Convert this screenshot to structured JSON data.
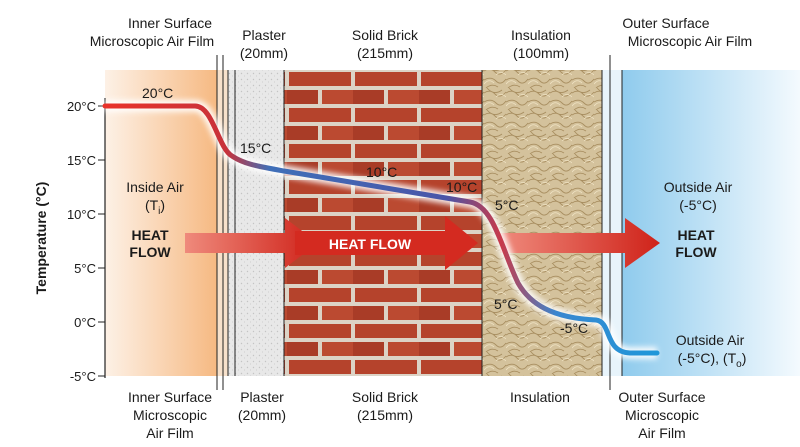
{
  "axis": {
    "ylabel": "Temperature (°C)",
    "ticks": [
      "20°C",
      "15°C",
      "10°C",
      "5°C",
      "0°C",
      "-5°C"
    ]
  },
  "top_labels": {
    "inner_film_1": "Inner Surface",
    "inner_film_2": "Microscopic Air Film",
    "plaster_1": "Plaster",
    "plaster_2": "(20mm)",
    "brick_1": "Solid Brick",
    "brick_2": "(215mm)",
    "insulation_1": "Insulation",
    "insulation_2": "(100mm)",
    "outer_film_1": "Outer Surface",
    "outer_film_2": "Microscopic Air Film"
  },
  "bottom_labels": {
    "inner_film_1": "Inner Surface",
    "inner_film_2": "Microscopic",
    "inner_film_3": "Air Film",
    "plaster_1": "Plaster",
    "plaster_2": "(20mm)",
    "brick_1": "Solid Brick",
    "brick_2": "(215mm)",
    "insulation_1": "Insulation",
    "outer_film_1": "Outer Surface",
    "outer_film_2": "Microscopic",
    "outer_film_3": "Air Film"
  },
  "inside": {
    "label": "Inside Air",
    "symbol": "(T",
    "subscript": "i",
    "close": ")",
    "heat_1": "HEAT",
    "heat_2": "FLOW"
  },
  "outside": {
    "label_1": "Outside Air",
    "label_2": "(-5°C)",
    "heat_1": "HEAT",
    "heat_2": "FLOW",
    "bottom_1": "Outside Air",
    "bottom_2": "(-5°C), (T",
    "bottom_sub": "o",
    "bottom_close": ")"
  },
  "center_arrow_label": "HEAT FLOW",
  "temps": {
    "inside": "20°C",
    "plaster_face": "15°C",
    "brick_mid": "10°C",
    "brick_out": "10°C",
    "ins_top": "5°C",
    "ins_low": "5°C",
    "ins_out": "-5°C"
  },
  "colors": {
    "warm": "#f5c89a",
    "cold": "#b9dff2",
    "brick": "#b5432c",
    "mortar": "#dcd3c6",
    "plaster": "#e6e6e6",
    "insulation": "#c9b48a",
    "hot_line": "#e8322a",
    "cold_line": "#1f97d9",
    "arrow": "#d92b22"
  }
}
